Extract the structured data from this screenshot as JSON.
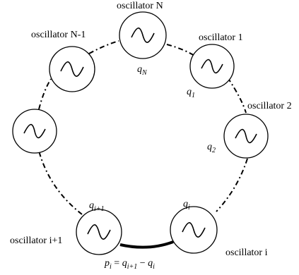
{
  "labels": {
    "osc_N": "oscillator N",
    "osc_N_minus_1": "oscillator N-1",
    "osc_1": "oscillator 1",
    "osc_2": "oscillator 2",
    "osc_i": "oscillator i",
    "osc_i_plus_1": "oscillator i+1"
  },
  "variables": {
    "qN": {
      "base": "q",
      "sub": "N"
    },
    "q1": {
      "base": "q",
      "sub": "1"
    },
    "q2": {
      "base": "q",
      "sub": "2"
    },
    "qi": {
      "base": "q",
      "sub": "i"
    },
    "qi1": {
      "base": "q",
      "sub": "i+1"
    }
  },
  "equation": {
    "lhs_base": "p",
    "lhs_sub": "i",
    "eq": " = ",
    "t1_base": "q",
    "t1_sub": "i+1",
    "minus": " − ",
    "t2_base": "q",
    "t2_sub": "i"
  },
  "icons": [
    "sine-wave-icon"
  ]
}
